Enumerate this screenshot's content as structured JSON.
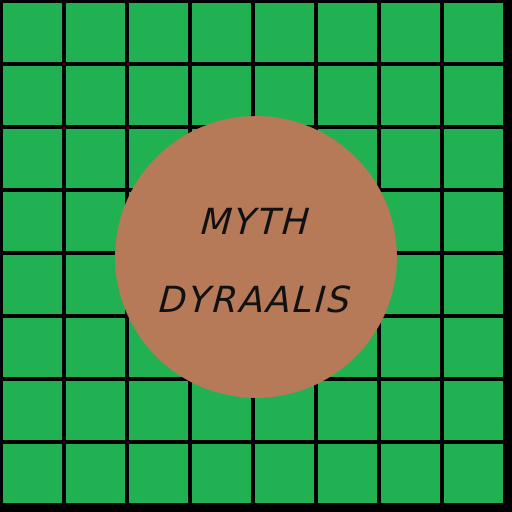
{
  "board": {
    "rows": 8,
    "columns": 8,
    "cell_color": "#21b052",
    "grid_line_color": "#000000"
  },
  "medallion": {
    "color": "#b67a58",
    "title_line_1": "MYTH",
    "title_line_2": "DYRAALIS"
  }
}
